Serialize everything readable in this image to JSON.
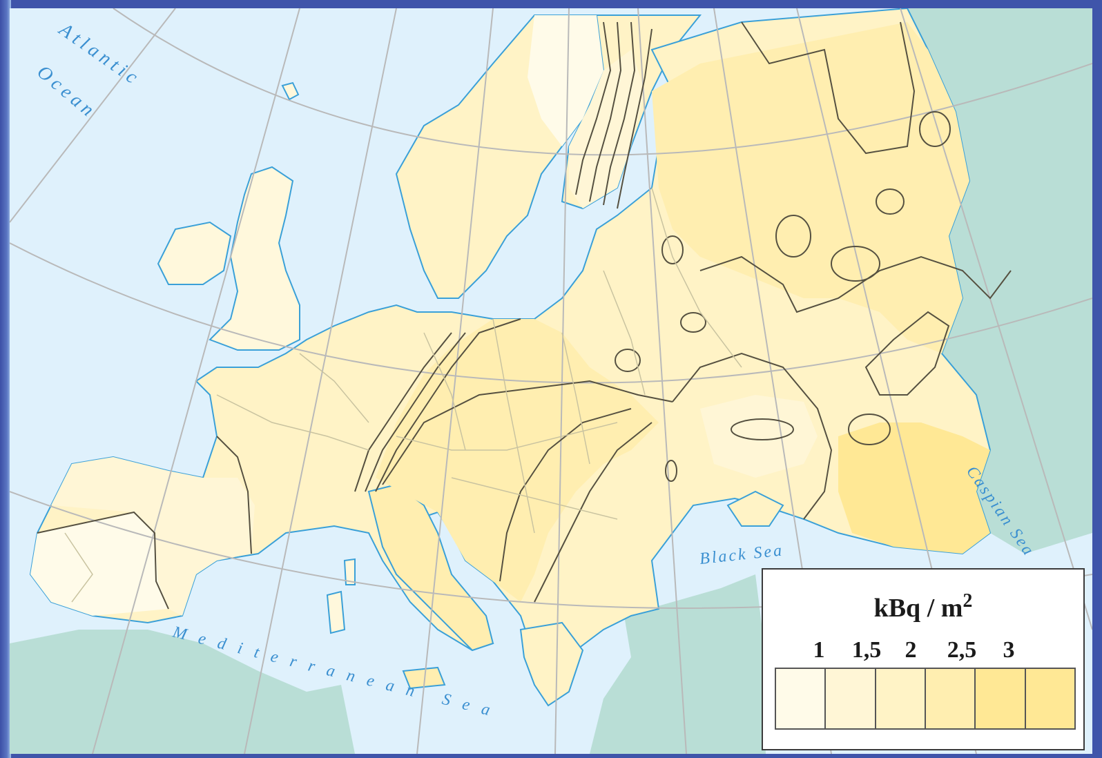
{
  "map": {
    "labels": {
      "atlantic": "Atlantic",
      "ocean": "Ocean",
      "black_sea": "Black Sea",
      "caspian_sea": "Caspian Sea",
      "mediterranean": "Mediterranean Sea"
    },
    "colors": {
      "sea": "#dff1fc",
      "non_europe_land": "#b9ded6",
      "coast": "#3aa0d8",
      "class_1": "#fffbe9",
      "class_1_5": "#fff6d6",
      "class_2": "#fff3c6",
      "class_2_5": "#ffeeb0",
      "class_3": "#ffe895",
      "contour": "#555040",
      "graticule": "#b9b9b9"
    }
  },
  "legend": {
    "unit": "kBq / m",
    "unit_exponent": "2",
    "classes": [
      {
        "label": "1",
        "color": "#fffbe9"
      },
      {
        "label": "1,5",
        "color": "#fff6d6"
      },
      {
        "label": "2",
        "color": "#fff3c6"
      },
      {
        "label": "2,5",
        "color": "#ffeeb0"
      },
      {
        "label": "3",
        "color": "#ffe895"
      },
      {
        "label": "",
        "color": "#ffe895"
      }
    ]
  }
}
